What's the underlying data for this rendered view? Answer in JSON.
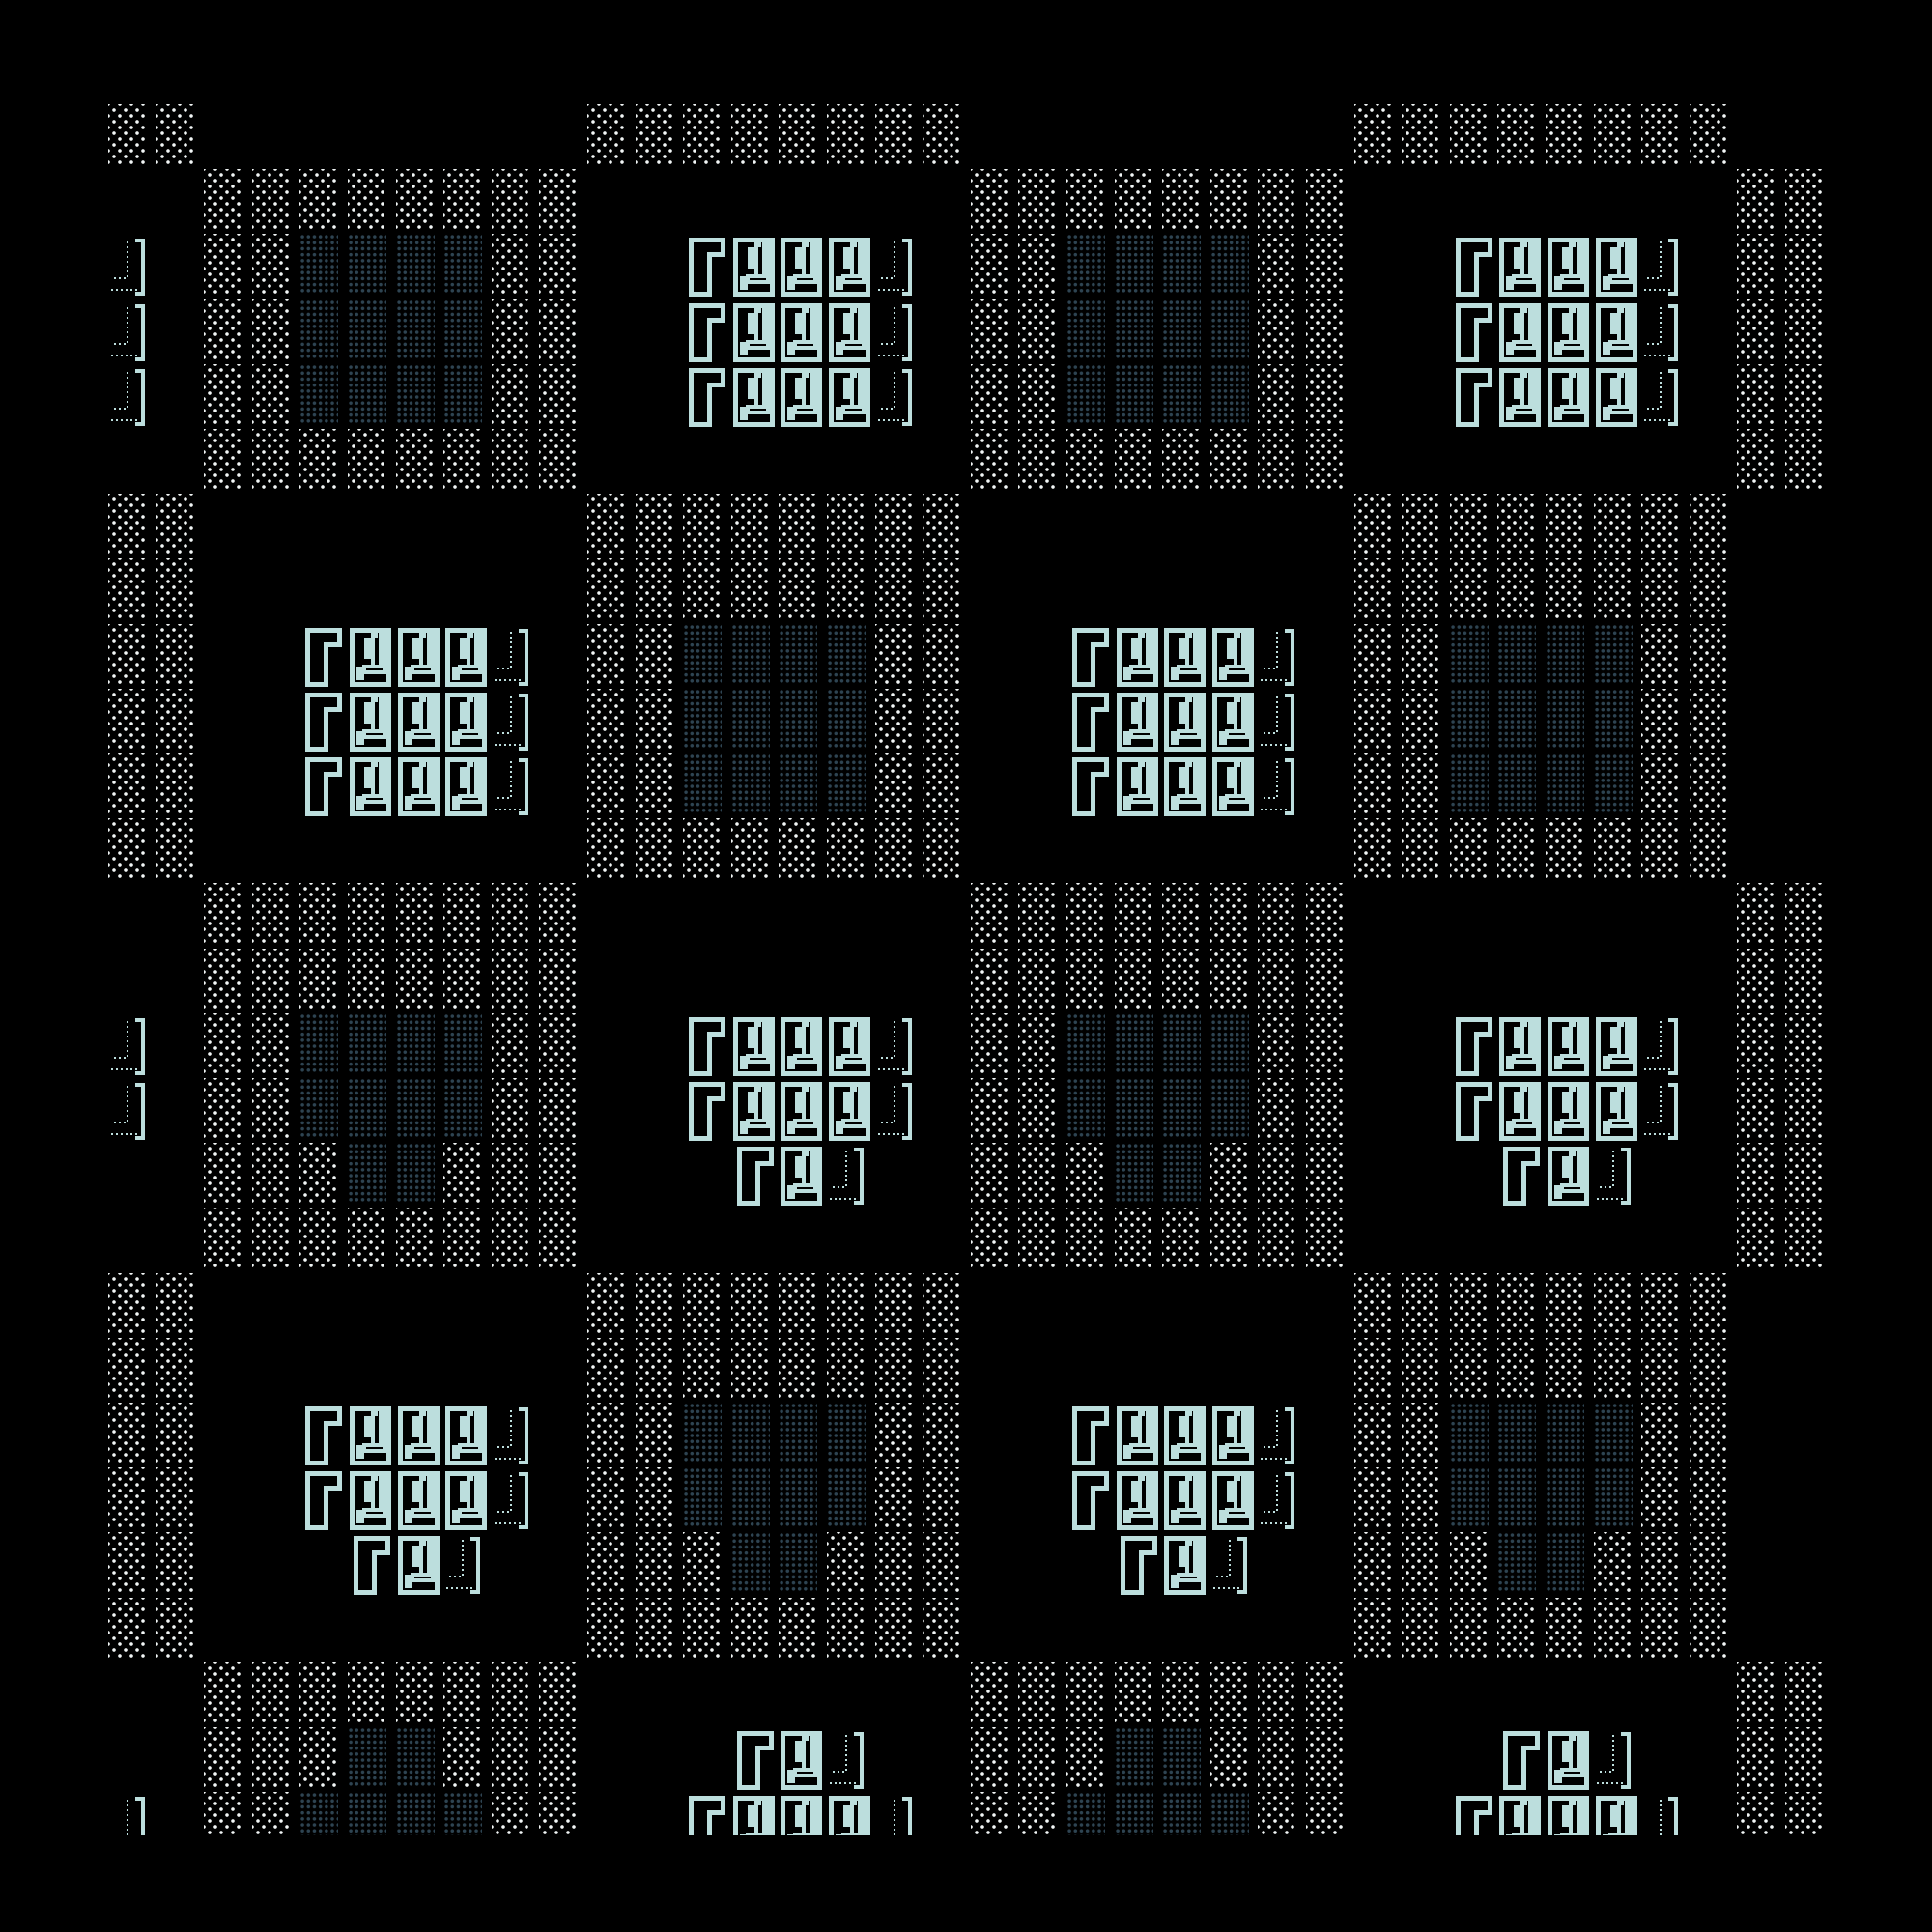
{
  "colors": {
    "background": "#000000",
    "bright_dots": "#f2f6f6",
    "dim_dots": "#2e4452",
    "glyph": "#bcdedd"
  },
  "pattern": {
    "line_rows": [
      {
        "row": 2,
        "type": "full"
      },
      {
        "row": 3,
        "type": "full"
      },
      {
        "row": 4,
        "type": "full"
      },
      {
        "row": 8,
        "type": "full"
      },
      {
        "row": 9,
        "type": "full"
      },
      {
        "row": 10,
        "type": "full"
      },
      {
        "row": 14,
        "type": "full"
      },
      {
        "row": 15,
        "type": "full"
      },
      {
        "row": 16,
        "type": "short"
      },
      {
        "row": 20,
        "type": "full"
      },
      {
        "row": 21,
        "type": "full"
      },
      {
        "row": 22,
        "type": "short"
      },
      {
        "row": 25,
        "type": "short"
      },
      {
        "row": 26,
        "type": "full"
      }
    ],
    "glyph_sequence_full": [
      "corner-left",
      "box",
      "box",
      "box",
      "corner-right"
    ],
    "glyph_sequence_short": [
      "corner-left",
      "box",
      "corner-right"
    ]
  }
}
